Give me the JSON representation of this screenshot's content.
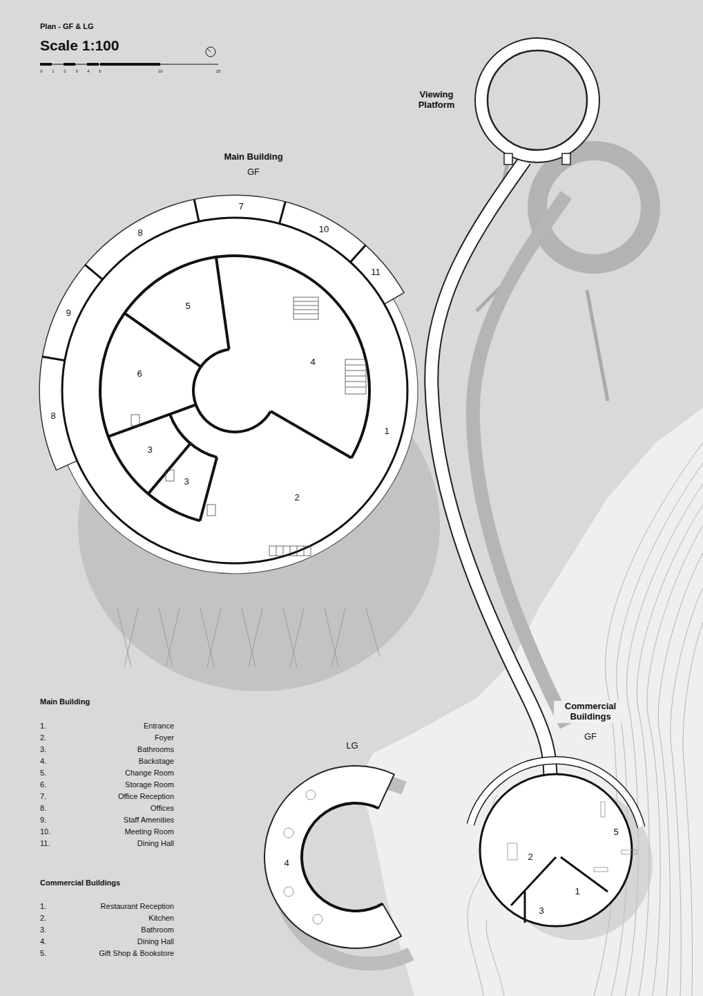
{
  "diagram": {
    "title": "Plan - GF & LG",
    "labels": [
      "Scale 1:100",
      "0",
      "1",
      "2",
      "3",
      "4",
      "5",
      "10",
      "15",
      "Viewing Platform",
      "Main Building",
      "GF",
      "7",
      "8",
      "10",
      "11",
      "9",
      "5",
      "4",
      "8",
      "6",
      "1",
      "3",
      "3",
      "2",
      "LG",
      "Commercial Buildings",
      "GF",
      "4",
      "2",
      "5",
      "1",
      "3",
      "Main Building",
      "1.",
      "Entrance",
      "2.",
      "Foyer",
      "3.",
      "Bathrooms",
      "4.",
      "Backstage",
      "5.",
      "Change Room",
      "6.",
      "Storage Room",
      "7.",
      "Office Reception",
      "8.",
      "Offices",
      "9.",
      "Staff Amenities",
      "10.",
      "Meeting Room",
      "11.",
      "Dining Hall",
      "Commercial Buildings",
      "1.",
      "Restaurant Reception",
      "2.",
      "Kitchen",
      "3.",
      "Bathroom",
      "4.",
      "Dining Hall",
      "5.",
      "Gift Shop & Bookstore"
    ]
  }
}
